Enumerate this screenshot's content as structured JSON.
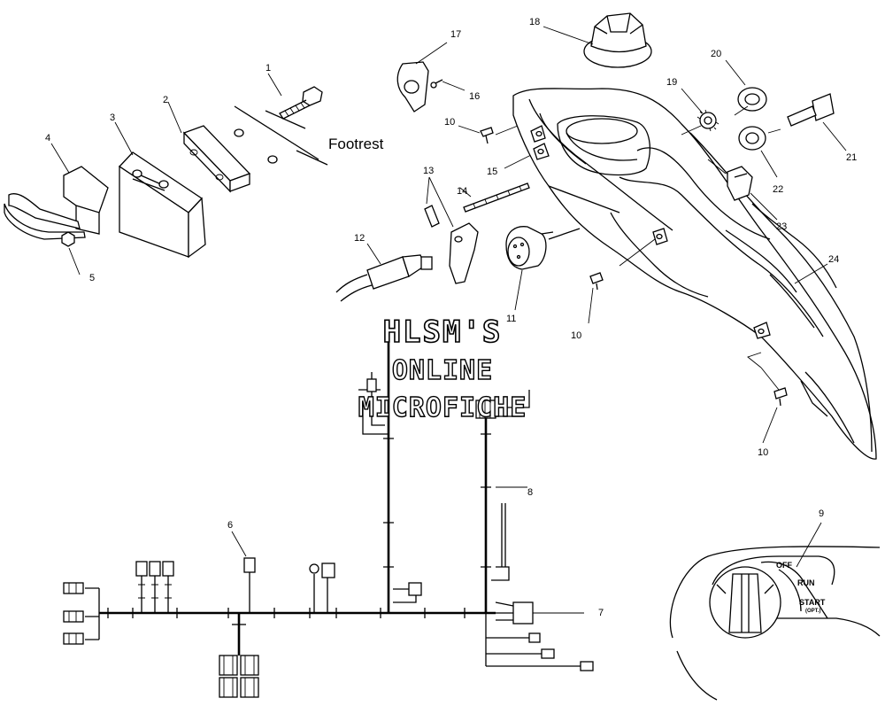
{
  "callouts": {
    "p1": "1",
    "p2": "2",
    "p3": "3",
    "p4": "4",
    "p5": "5",
    "p6": "6",
    "p7": "7",
    "p8": "8",
    "p9": "9",
    "p10a": "10",
    "p10b": "10",
    "p10c": "10",
    "p11": "11",
    "p12": "12",
    "p13": "13",
    "p14": "14",
    "p15": "15",
    "p16": "16",
    "p17": "17",
    "p18": "18",
    "p19": "19",
    "p20": "20",
    "p21": "21",
    "p22": "22",
    "p23": "23",
    "p24": "24"
  },
  "footrest_label": "Footrest",
  "watermark": {
    "line1": "HLSM'S",
    "line2": "ONLINE",
    "line3": "MICROFICHE"
  },
  "switch_positions": {
    "off": "OFF",
    "run": "RUN",
    "start": "START",
    "opt": "(OPT.)"
  }
}
